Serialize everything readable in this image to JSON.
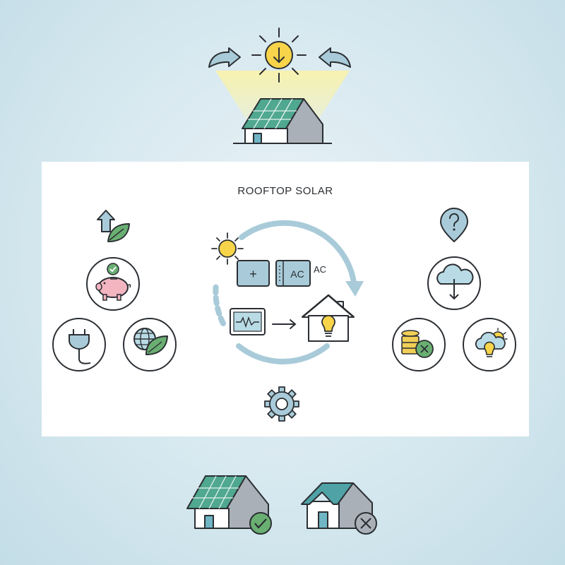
{
  "title": "ROOFTOP SOLAR",
  "inverter_label": "AC",
  "inverter_side_label": "AC",
  "panel_symbol": "+",
  "colors": {
    "background": "#d6e8ef",
    "panel": "#ffffff",
    "solar_panel": "#4fa88f",
    "sun": "#f7d44a",
    "cycle_arrow": "#a9cbd9",
    "leaf": "#6aaf72",
    "piggy": "#f3b5c0",
    "cloud": "#b9dbe6",
    "coins": "#f0cf56",
    "house_wall": "#ffffff",
    "house_shadow": "#a9b0b8",
    "roof_plain": "#4fa3a6",
    "outline": "#2b2f33"
  },
  "icons": {
    "top": [
      "arrow-left-curved-icon",
      "sun-icon",
      "arrow-right-curved-icon",
      "solar-house-icon"
    ],
    "left": [
      "arrow-up-icon",
      "leaf-icon",
      "piggy-bank-icon",
      "plug-icon",
      "globe-leaf-icon"
    ],
    "center": [
      "sun-icon",
      "solar-panel-icon",
      "inverter-icon",
      "meter-icon",
      "arrow-right-icon",
      "house-bulb-icon",
      "gear-icon"
    ],
    "right": [
      "question-pin-icon",
      "cloud-download-icon",
      "coins-x-icon",
      "cloud-sun-bulb-icon"
    ],
    "bottom": [
      "solar-house-check-icon",
      "plain-house-x-icon"
    ]
  }
}
